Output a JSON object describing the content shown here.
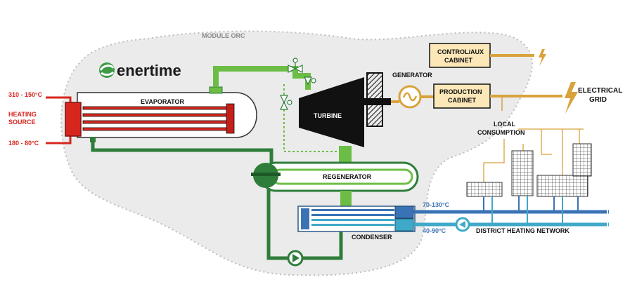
{
  "module_label": "MODULE ORC",
  "brand": {
    "name": "enertime"
  },
  "heat_source": {
    "label_line1": "HEATING",
    "label_line2": "SOURCE",
    "inlet_temp": "310 - 150°C",
    "outlet_temp": "180 - 80°C"
  },
  "components": {
    "evaporator": "EVAPORATOR",
    "turbine": "TURBINE",
    "generator": "GENERATOR",
    "regenerator": "REGENERATOR",
    "condenser": "CONDENSER"
  },
  "cabinets": {
    "control_line1": "CONTROL/AUX",
    "control_line2": "CABINET",
    "production_line1": "PRODUCTION",
    "production_line2": "CABINET"
  },
  "outputs": {
    "grid_line1": "ELECTRICAL",
    "grid_line2": "GRID",
    "local_line1": "LOCAL",
    "local_line2": "CONSUMPTION",
    "district_network": "DISTRICT HEATING NETWORK",
    "hot_water_temp": "70-130°C",
    "return_water_temp": "40-90°C"
  },
  "colors": {
    "orc_green": "#6cbd45",
    "dark_green": "#2e7d3a",
    "heat_red": "#d7261e",
    "gold": "#d9a23a",
    "cabinet_fill": "#fbe7b8",
    "water_blue": "#3a73b5",
    "return_cyan": "#3fa9c9",
    "module_bg": "#ebebeb"
  }
}
